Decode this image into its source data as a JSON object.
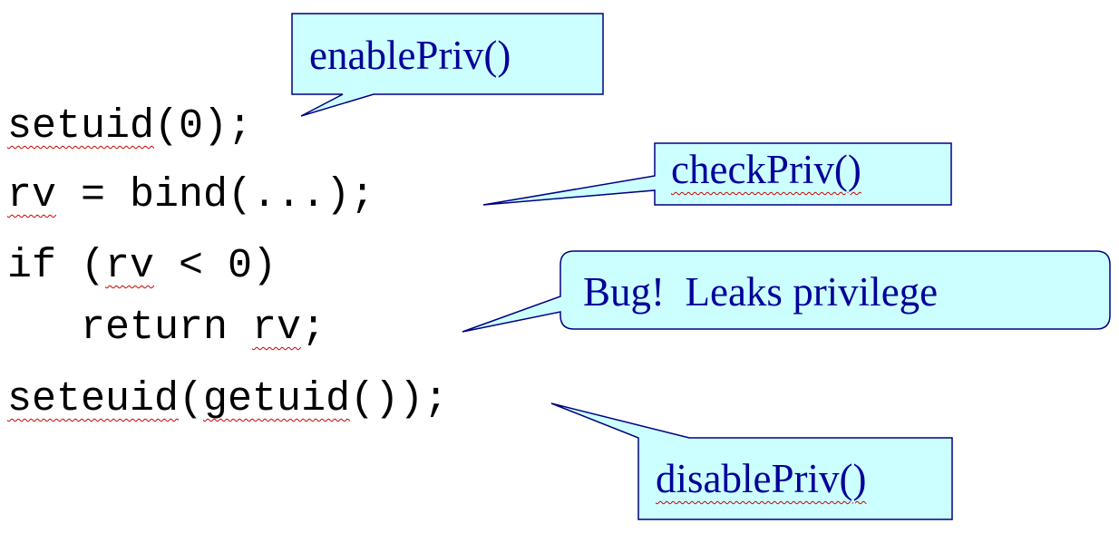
{
  "code": {
    "line1": {
      "fn": "setuid",
      "rest": "(0);"
    },
    "line2": {
      "var": "rv",
      "rest": " = bind(...);"
    },
    "line3": {
      "pre": "if (",
      "var": "rv",
      "post": " < 0)"
    },
    "line4": {
      "indent": "   ",
      "pre": "return ",
      "var": "rv",
      "post": ";"
    },
    "line5": {
      "fn": "seteuid",
      "open": "(",
      "inner": "getuid",
      "close": "());"
    }
  },
  "callouts": {
    "enable": "enablePriv()",
    "check": "checkPriv()",
    "bug": "Bug!  Leaks privilege",
    "disable": "disablePriv()"
  },
  "colors": {
    "callout_fill": "#ccffff",
    "callout_border": "#000080",
    "callout_text": "#000099",
    "code_text": "#000000",
    "spell_squiggle": "#cc0000"
  }
}
